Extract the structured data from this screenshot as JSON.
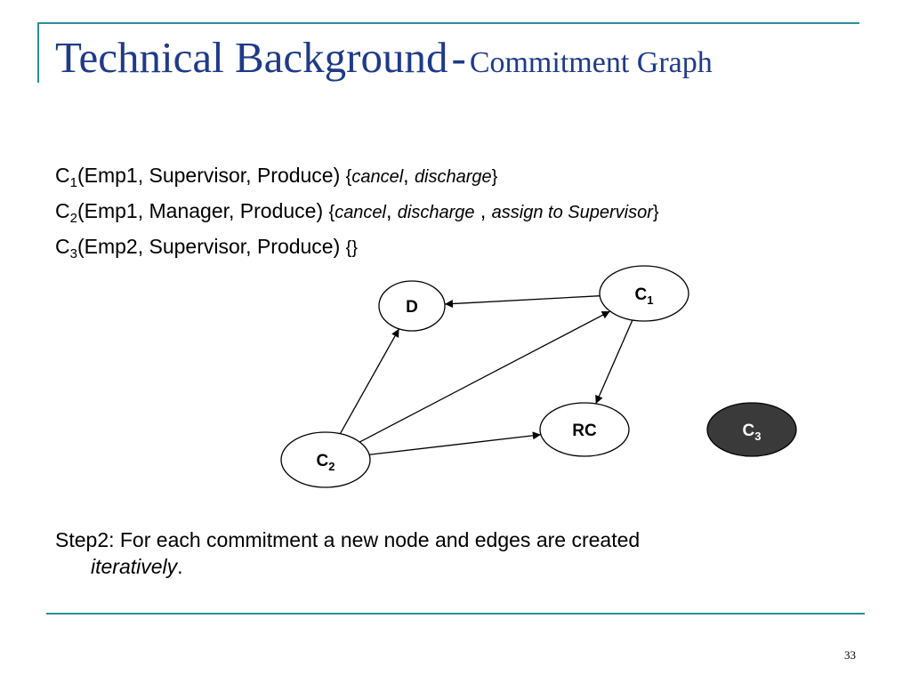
{
  "slide": {
    "title_main": "Technical Background",
    "title_sep": "-",
    "title_sub": "Commitment Graph",
    "page_number": "33"
  },
  "commitments": [
    {
      "letter": "C",
      "index": "1",
      "args": "(Emp1, Supervisor, Produce)",
      "open": "{",
      "close": "}",
      "actions": [
        {
          "text": "cancel",
          "sep": ", "
        },
        {
          "text": "discharge",
          "sep": ""
        }
      ]
    },
    {
      "letter": "C",
      "index": "2",
      "args": "(Emp1, Manager, Produce)",
      "open": "{",
      "close": "}",
      "actions": [
        {
          "text": "cancel",
          "sep": ", "
        },
        {
          "text": "discharge",
          "sep": " , "
        },
        {
          "text": "assign to Supervisor",
          "sep": ""
        }
      ]
    },
    {
      "letter": "C",
      "index": "3",
      "args": "(Emp2, Supervisor, Produce)",
      "open": "{}",
      "close": "",
      "actions": []
    }
  ],
  "graph": {
    "nodes": [
      {
        "id": "D",
        "label": "D",
        "sub": "",
        "fill": "#ffffff",
        "text_color": "#000000"
      },
      {
        "id": "C1",
        "label": "C",
        "sub": "1",
        "fill": "#ffffff",
        "text_color": "#000000"
      },
      {
        "id": "RC",
        "label": "RC",
        "sub": "",
        "fill": "#ffffff",
        "text_color": "#000000"
      },
      {
        "id": "C2",
        "label": "C",
        "sub": "2",
        "fill": "#ffffff",
        "text_color": "#000000"
      },
      {
        "id": "C3",
        "label": "C",
        "sub": "3",
        "fill": "#3a3a3a",
        "text_color": "#ffffff"
      }
    ],
    "edges": [
      {
        "from": "C1",
        "to": "D"
      },
      {
        "from": "C1",
        "to": "RC"
      },
      {
        "from": "C2",
        "to": "D"
      },
      {
        "from": "C2",
        "to": "C1"
      },
      {
        "from": "C2",
        "to": "RC"
      }
    ]
  },
  "step": {
    "lead": "Step2: For each commitment a new node and edges are created",
    "emphasis": "iteratively",
    "tail": "."
  },
  "colors": {
    "title": "#1f3a8a",
    "rule": "#2a8f9a"
  }
}
